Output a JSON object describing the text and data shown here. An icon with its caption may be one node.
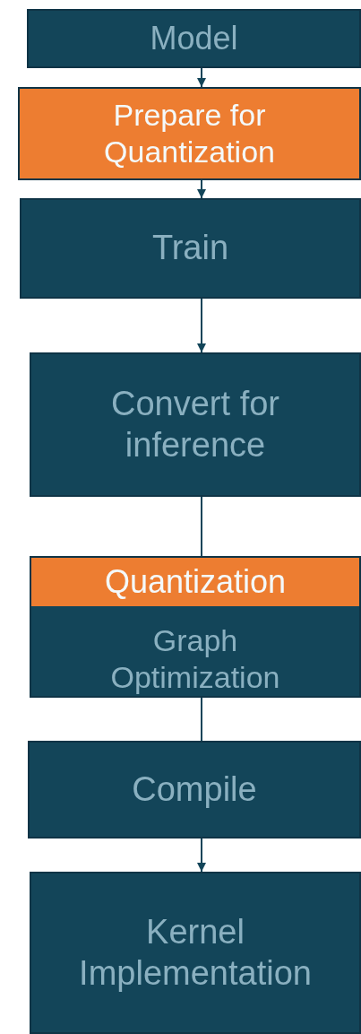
{
  "diagram": {
    "nodes": [
      {
        "text": [
          "Model"
        ]
      },
      {
        "text": [
          "Prepare for Quantization"
        ]
      },
      {
        "text": [
          "Train"
        ]
      },
      {
        "text": [
          "Convert for inference"
        ]
      },
      {
        "text": [
          "Graph Optimization"
        ]
      },
      {
        "text": [
          "Quantization"
        ],
        "in": 4
      },
      {
        "text": [
          "Compile"
        ]
      },
      {
        "text": [
          "Kernel Implementation"
        ]
      }
    ],
    "edges": [
      {
        "from": 0,
        "to": 1,
        "arrow": "to"
      },
      {
        "from": 1,
        "to": 2,
        "arrow": "to"
      },
      {
        "from": 2,
        "to": 3,
        "arrow": "to"
      },
      {
        "from": 3,
        "to": 4,
        "arrow": "none"
      },
      {
        "from": 4,
        "to": 6,
        "arrow": "none"
      },
      {
        "from": 6,
        "to": 7,
        "arrow": "to"
      }
    ]
  }
}
